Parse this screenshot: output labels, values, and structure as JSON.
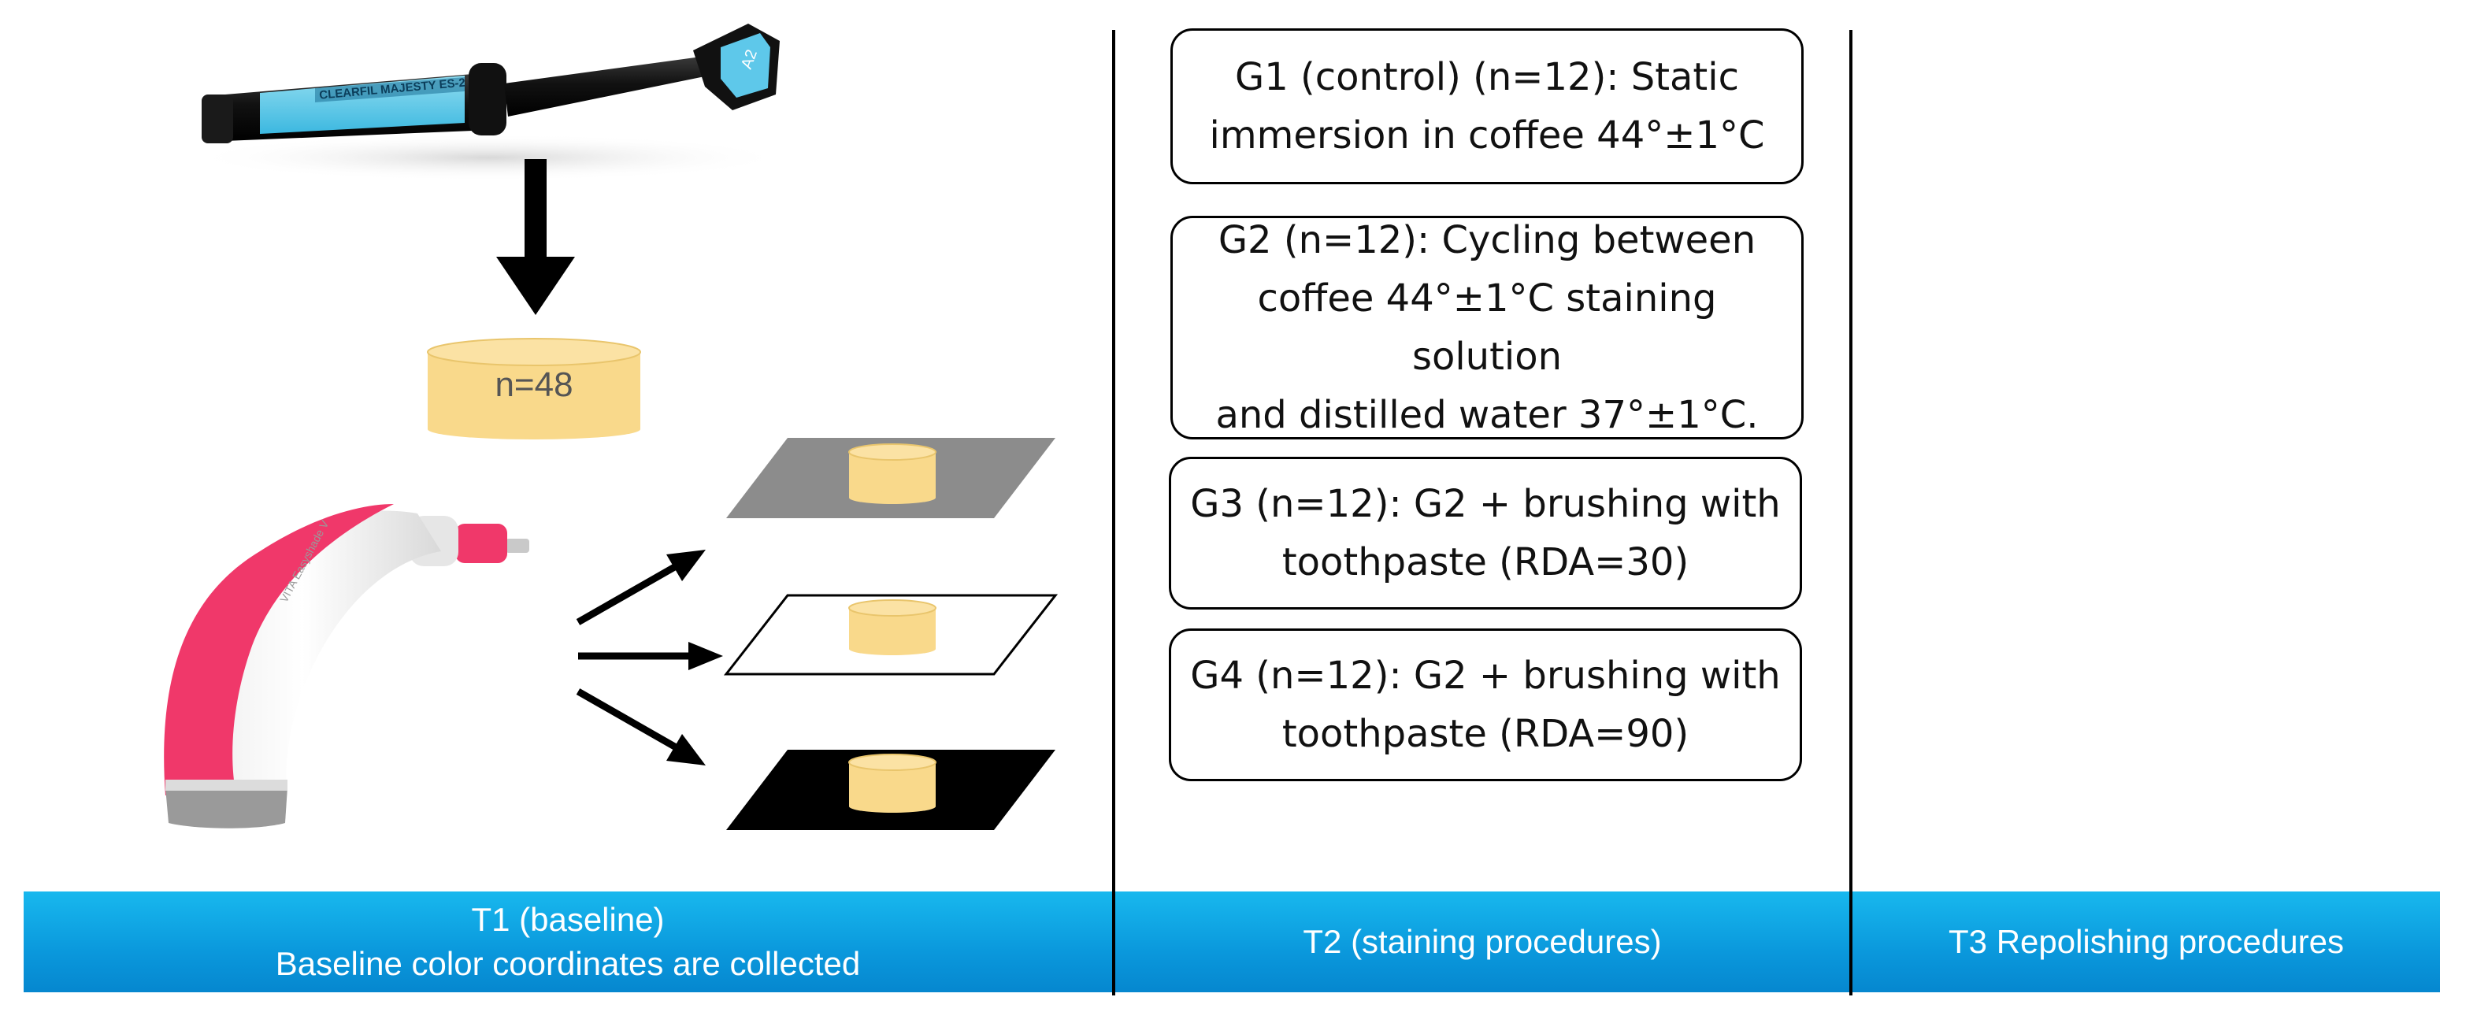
{
  "left_panel": {
    "specimen_label": "n=48",
    "syringe": {
      "brand": "CLEARFIL MAJESTY ES-2",
      "shade": "A2"
    },
    "device_label": "VITA Easyshade V"
  },
  "groups": [
    {
      "line1": "G1 (control) (n=12): Static",
      "line2": "immersion in coffee 44°±1°C"
    },
    {
      "line1": "G2 (n=12): Cycling between",
      "line2": "coffee 44°±1°C staining solution",
      "line3": "and distilled water 37°±1°C."
    },
    {
      "line1": "G3 (n=12): G2 + brushing with",
      "line2": "toothpaste (RDA=30)"
    },
    {
      "line1": "G4 (n=12): G2 + brushing with",
      "line2": "toothpaste (RDA=90)"
    }
  ],
  "timeline": {
    "t1_line1": "T1 (baseline)",
    "t1_line2": "Baseline color coordinates are collected",
    "t2": "T2 (staining procedures)",
    "t3": "T3 Repolishing procedures"
  },
  "colors": {
    "band": "#0a98dc",
    "specimen": "#f9d98b",
    "device_pink": "#f0386a",
    "background_gray": "#8c8c8c",
    "background_white": "#ffffff",
    "background_black": "#000000"
  }
}
